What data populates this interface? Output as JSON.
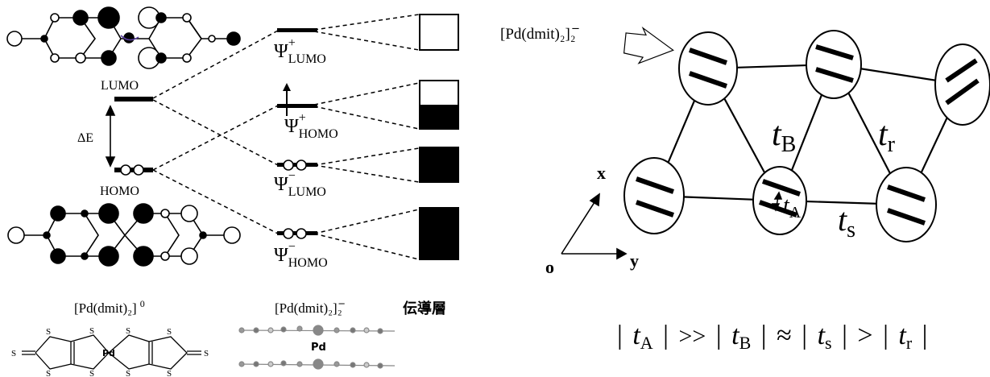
{
  "left_panel": {
    "lumo_label": "LUMO",
    "homo_label": "HOMO",
    "delta_e_label": "ΔE",
    "psi": [
      {
        "sign": "+",
        "sub": "LUMO"
      },
      {
        "sign": "+",
        "sub": "HOMO"
      },
      {
        "sign": "−",
        "sub": "LUMO"
      },
      {
        "sign": "−",
        "sub": "HOMO"
      }
    ],
    "psi_symbol": "Ψ",
    "band_fills": [
      0,
      0.5,
      1,
      1
    ],
    "monomer_label": "[Pd(dmit)₂]",
    "monomer_charge": "0",
    "dimer_label": "[Pd(dmit)₂]₂",
    "dimer_charge": "–",
    "conduction_layer_label": "伝導層",
    "atom_s": "S",
    "atom_pd": "Pd"
  },
  "right_panel": {
    "dimer_label": "[Pd(dmit)₂]₂",
    "dimer_charge": "–",
    "axis_x": "x",
    "axis_y": "y",
    "origin": "o",
    "t": "t",
    "sub_B": "B",
    "sub_r": "r",
    "sub_A": "A",
    "sub_s": "s",
    "relation": {
      "bar": "|",
      "much_greater": ">>",
      "approx": "≈",
      "greater": ">",
      "subs": [
        "A",
        "B",
        "s",
        "r"
      ]
    }
  },
  "colors": {
    "ink": "#000000",
    "paper": "#ffffff",
    "atom_gray": "#888888"
  }
}
